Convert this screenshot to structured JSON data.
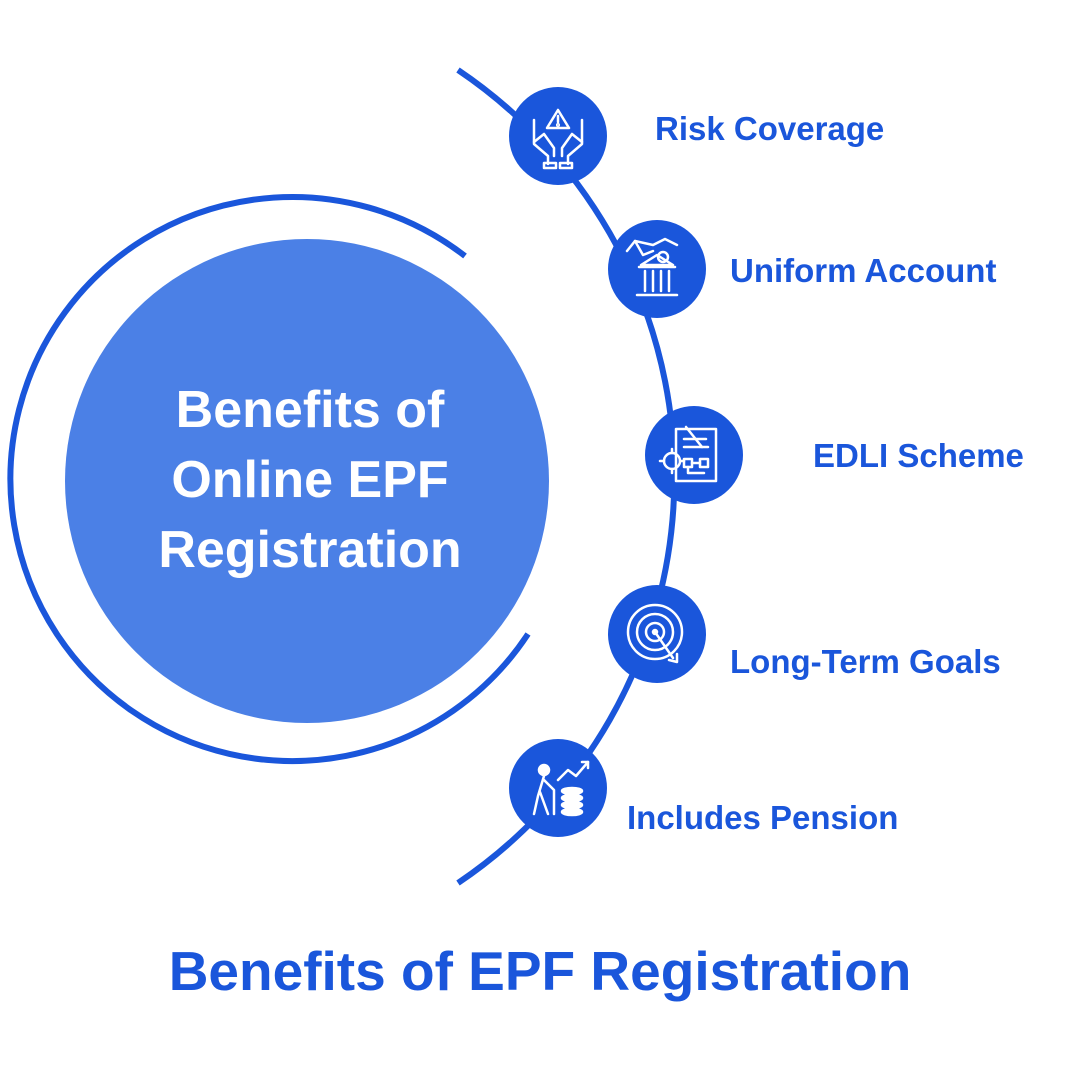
{
  "colors": {
    "primary": "#1a56db",
    "hub_fill": "#4b80e6",
    "icon_fill": "#1a56db",
    "icon_stroke": "#ffffff",
    "background": "#ffffff"
  },
  "hub": {
    "lines": [
      "Benefits of",
      "Online EPF",
      "Registration"
    ]
  },
  "items": [
    {
      "label": "Risk Coverage",
      "icon": "hands-warning-icon"
    },
    {
      "label": "Uniform Account",
      "icon": "bank-handshake-icon"
    },
    {
      "label": "EDLI Scheme",
      "icon": "document-gear-icon"
    },
    {
      "label": "Long-Term Goals",
      "icon": "target-icon"
    },
    {
      "label": "Includes Pension",
      "icon": "elderly-coins-icon"
    }
  ],
  "footer": {
    "title": "Benefits of EPF Registration"
  }
}
